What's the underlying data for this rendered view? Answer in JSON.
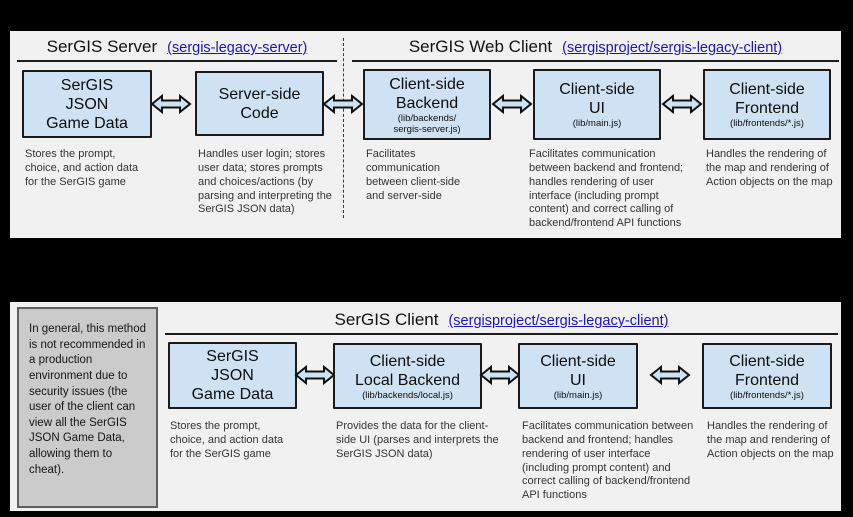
{
  "colors": {
    "background": "#000000",
    "panel_bg": "#f1f1f1",
    "box_fill": "#cfe2f3",
    "box_border": "#1a1a1a",
    "note_bg": "#cbcbcb",
    "link": "#1717b5"
  },
  "icons": {
    "connector": "double-arrow"
  },
  "top_panel": {
    "sections": [
      {
        "title": "SerGIS Server",
        "link": "(sergis-legacy-server)"
      },
      {
        "title": "SerGIS Web Client",
        "link": "(sergisproject/sergis-legacy-client)"
      }
    ],
    "boxes": [
      {
        "lines": [
          "SerGIS",
          "JSON",
          "Game Data"
        ],
        "desc": "Stores the prompt, choice, and action data for the SerGIS game"
      },
      {
        "lines": [
          "Server-side",
          "Code"
        ],
        "desc": "Handles user login; stores user data; stores prompts and choices/actions (by parsing and interpreting the SerGIS JSON data)"
      },
      {
        "lines": [
          "Client-side",
          "Backend"
        ],
        "sub": [
          "(lib/backends/",
          "sergis-server.js)"
        ],
        "desc": "Facilitates communication between client-side and server-side"
      },
      {
        "lines": [
          "Client-side",
          "UI"
        ],
        "sub": [
          "(lib/main.js)"
        ],
        "desc": "Facilitates communication between backend and frontend; handles rendering of user interface (including prompt content) and correct calling of backend/frontend API functions"
      },
      {
        "lines": [
          "Client-side",
          "Frontend"
        ],
        "sub": [
          "(lib/frontends/*.js)"
        ],
        "desc": "Handles the rendering of the map and rendering of Action objects on the map"
      }
    ]
  },
  "bottom_panel": {
    "note": "In general, this method is not recommended in a production environment due to security issues (the user of the client can view all the SerGIS JSON Game Data, allowing them to cheat).",
    "section": {
      "title": "SerGIS Client",
      "link": "(sergisproject/sergis-legacy-client)"
    },
    "boxes": [
      {
        "lines": [
          "SerGIS",
          "JSON",
          "Game Data"
        ],
        "desc": "Stores the prompt, choice, and action data for the SerGIS game"
      },
      {
        "lines": [
          "Client-side",
          "Local Backend"
        ],
        "sub": [
          "(lib/backends/local.js)"
        ],
        "desc": "Provides the data for the client-side UI (parses and interprets the SerGIS JSON data)"
      },
      {
        "lines": [
          "Client-side",
          "UI"
        ],
        "sub": [
          "(lib/main.js)"
        ],
        "desc": "Facilitates communication between backend and frontend; handles rendering of user interface (including prompt content) and correct calling of backend/frontend API functions"
      },
      {
        "lines": [
          "Client-side",
          "Frontend"
        ],
        "sub": [
          "(lib/frontends/*.js)"
        ],
        "desc": "Handles the rendering of the map and rendering of Action objects on the map"
      }
    ]
  }
}
